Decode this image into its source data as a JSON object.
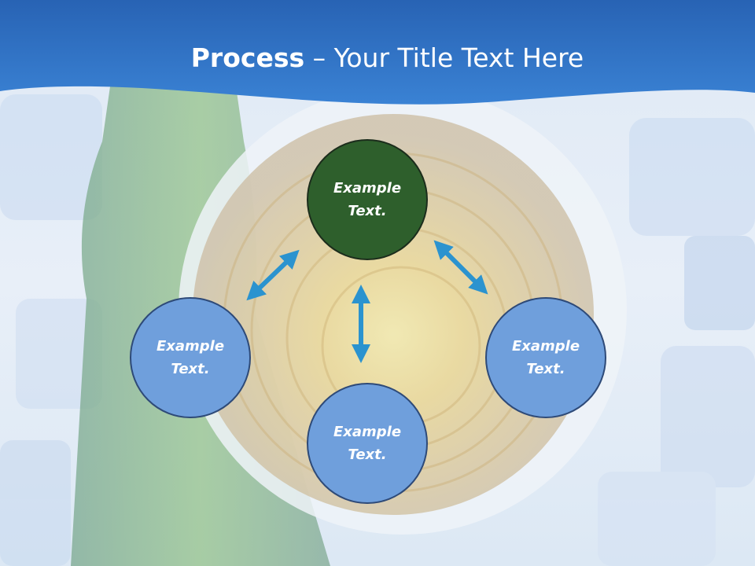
{
  "title": {
    "bold": "Process",
    "rest": " – Your Title Text Here"
  },
  "nodes": {
    "center": "Example Text.",
    "left": "Example Text.",
    "right": "Example Text.",
    "bottom": "Example Text."
  },
  "colors": {
    "header_blue": "#2f72c4",
    "node_blue": "#6f9fdc",
    "node_green": "#2e5f2c",
    "arrow": "#2b93cf"
  },
  "icons": [
    "double-arrow-icon"
  ]
}
